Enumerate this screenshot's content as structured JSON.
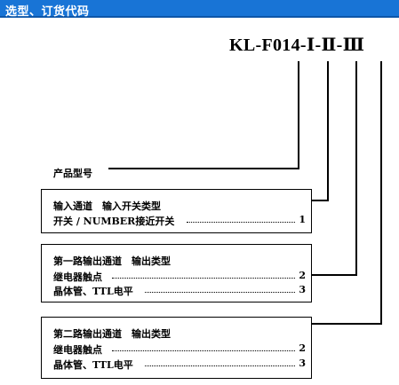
{
  "header": {
    "title": "选型、订货代码"
  },
  "code": {
    "prefix": "KL-F014-",
    "segment_1": "Ⅰ",
    "dash_1": "-",
    "segment_2": "Ⅱ",
    "dash_2": "-",
    "segment_3": "Ⅲ"
  },
  "model_label": "产品型号",
  "input_box": {
    "heading": "输入通道　输入开关类型",
    "rows": [
      {
        "label": "开关 / NUMBER接近开关",
        "number": "1"
      }
    ]
  },
  "output1_box": {
    "heading": "第一路输出通道　输出类型",
    "rows": [
      {
        "label": "继电器触点",
        "number": "2"
      },
      {
        "label": "晶体管、TTL电平",
        "number": "3"
      }
    ]
  },
  "output2_box": {
    "heading": "第二路输出通道　输出类型",
    "rows": [
      {
        "label": "继电器触点",
        "number": "2"
      },
      {
        "label": "晶体管、TTL电平",
        "number": "3"
      }
    ]
  }
}
